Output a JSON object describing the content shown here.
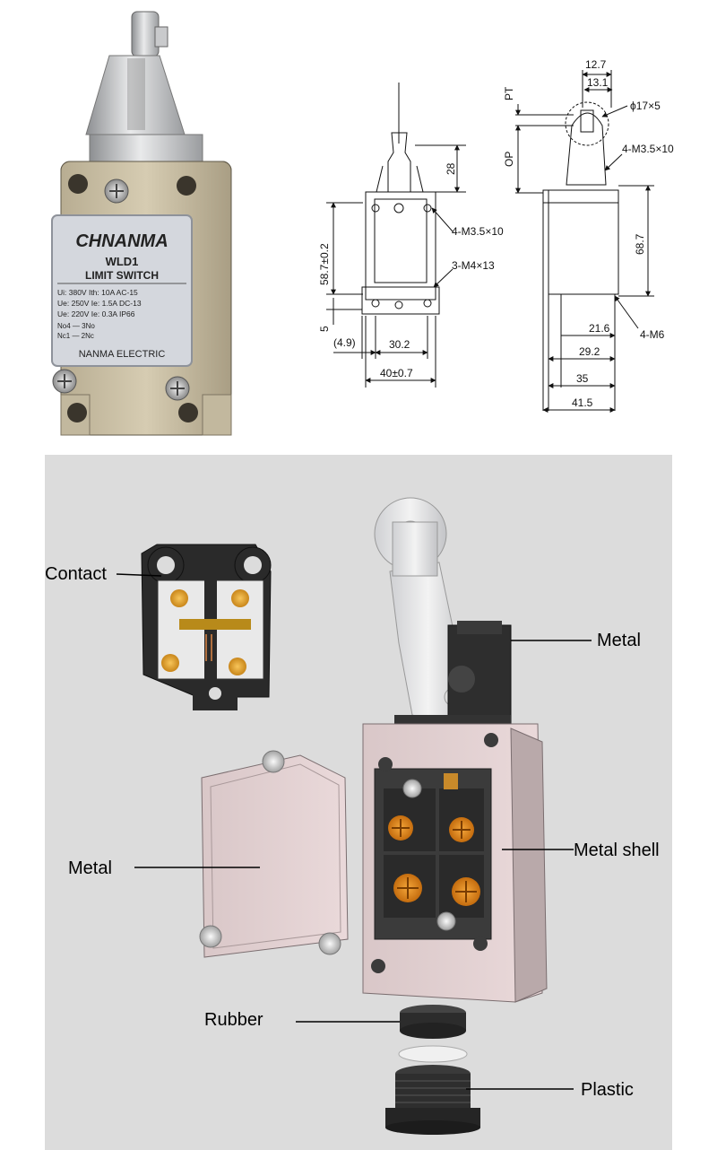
{
  "product": {
    "brand": "CHNANMA",
    "model": "WLD1",
    "type": "LIMIT SWITCH",
    "spec_lines": [
      "Ui: 380V  Ith: 10A  AC-15",
      "Ue: 250V  Ie: 1.5A  DC-13",
      "Ue: 220V  Ie: 0.3A  IP66"
    ],
    "contact_top": "No4 — 3No",
    "contact_bottom": "Nc1 — 2Nc",
    "maker": "NANMA ELECTRIC"
  },
  "front_dims": {
    "d28": "28",
    "d587": "58.7±0.2",
    "d5": "5",
    "d49": "(4.9)",
    "d302": "30.2",
    "d40": "40±0.7",
    "screw1": "4-M3.5×10",
    "screw2": "3-M4×13"
  },
  "side_dims": {
    "d127": "12.7",
    "d131": "13.1",
    "pt": "PT",
    "op": "OP",
    "roller": "ϕ17×5",
    "screw": "4-M3.5×10",
    "d687": "68.7",
    "d216": "21.6",
    "d292": "29.2",
    "d35": "35",
    "d415": "41.5",
    "m6": "4-M6"
  },
  "callouts": {
    "contact": "Contact",
    "metal_top": "Metal",
    "metal_cover": "Metal",
    "metal_shell": "Metal shell",
    "rubber": "Rubber",
    "plastic": "Plastic"
  }
}
